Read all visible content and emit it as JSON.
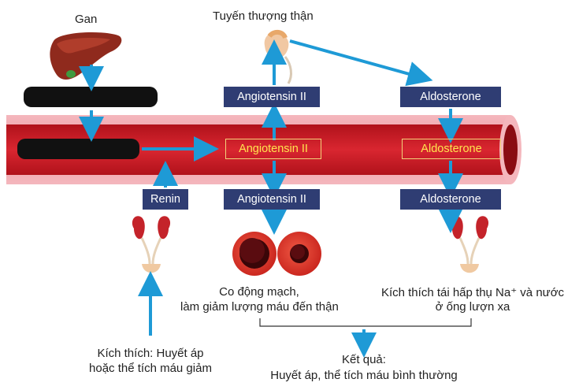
{
  "labels": {
    "liver": "Gan",
    "adrenal": "Tuyến thượng thận",
    "angiotensin_ii": "Angiotensin II",
    "aldosterone": "Aldosterone",
    "renin": "Renin",
    "vasoconstriction_line1": "Co động mạch,",
    "vasoconstriction_line2": "làm giảm lượng máu đến thận",
    "reabsorb_line1": "Kích thích tái hấp thụ Na⁺ và nước",
    "reabsorb_line2": "ở ống lượn xa",
    "stimulus_line1": "Kích thích: Huyết áp",
    "stimulus_line2": "hoặc thể tích máu giảm",
    "result_line1": "Kết quả:",
    "result_line2": "Huyết áp, thể tích máu bình thường"
  },
  "colors": {
    "label_box": "#2f3d73",
    "arrow": "#1e9ad6",
    "vessel": "#d7262e",
    "vessel_label": "#ffe44d"
  },
  "icons": [
    "liver-icon",
    "adrenal-gland-icon",
    "kidney-icon",
    "artery-cross-section-icon"
  ]
}
